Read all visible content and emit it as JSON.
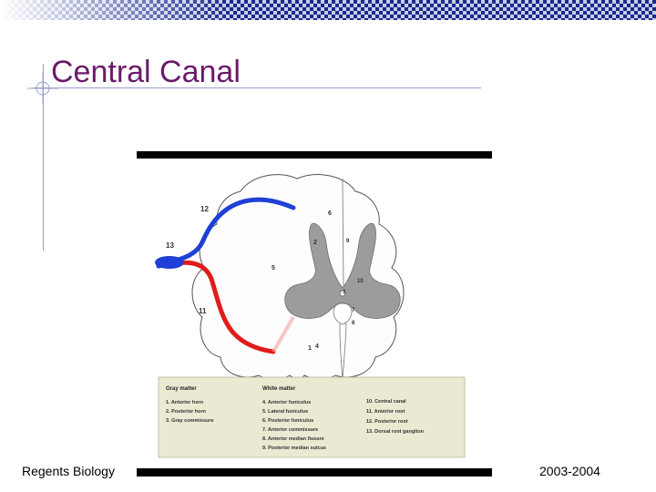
{
  "slide": {
    "title": "Central Canal",
    "footer_left": "Regents Biology",
    "footer_right": "2003-2004"
  },
  "diagram": {
    "labels": [
      "1",
      "2",
      "3",
      "4",
      "5",
      "6",
      "7",
      "8",
      "9",
      "10",
      "11",
      "12",
      "13"
    ],
    "legend": {
      "gray_header": "Gray matter",
      "gray_items": [
        "1. Anterior horn",
        "2. Posterior horn",
        "3. Gray commissure"
      ],
      "white_header": "White matter",
      "white_items": [
        "4. Anterior funiculus",
        "5. Lateral funiculus",
        "6. Posterior funiculus",
        "7. Anterior commissure",
        "8. Anterior median fissure",
        "9. Posterior median sulcus"
      ],
      "other_items": [
        "10. Central canal",
        "11. Anterior root",
        "12. Posterior root",
        "13. Dorsal root ganglion"
      ]
    },
    "colors": {
      "posterior_root": "#1f3fd6",
      "anterior_root": "#e01c1c",
      "gray_matter": "#9c9c9c",
      "legend_bg": "#ebe9d2",
      "title_color": "#6b1a6b"
    }
  }
}
